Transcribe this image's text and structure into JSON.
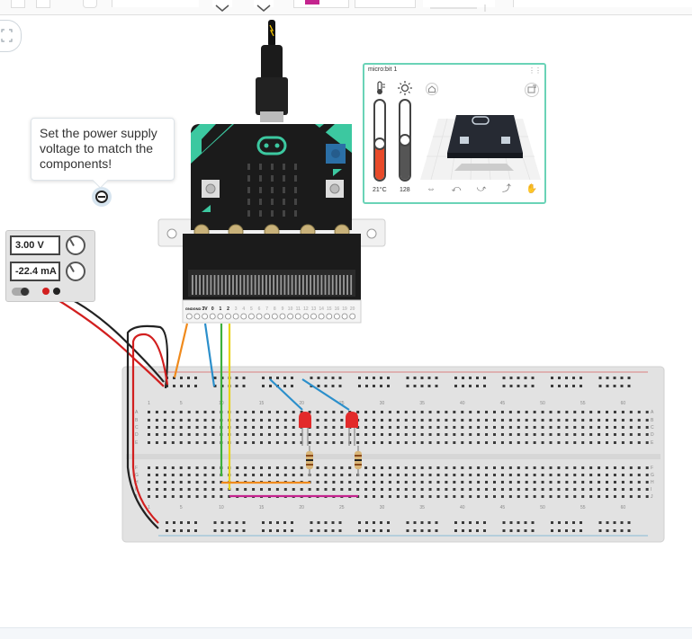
{
  "tooltip": {
    "text": "Set the power supply voltage to match the components!"
  },
  "power_supply": {
    "voltage": "3.00 V",
    "current": "-22.4 mA"
  },
  "microbit_sim": {
    "title": "micro:bit 1",
    "temperature": "21°C",
    "light": "128",
    "temperature_level": 0.45,
    "light_level": 0.5
  },
  "microbit": {
    "pin_labels": [
      "GND",
      "GND",
      "3V",
      "0",
      "1",
      "2",
      "3",
      "4",
      "5",
      "6",
      "7",
      "8",
      "9",
      "10",
      "11",
      "12",
      "13",
      "14",
      "15",
      "16",
      "19",
      "20"
    ]
  },
  "breadboard": {
    "column_numbers": [
      "1",
      "5",
      "10",
      "15",
      "20",
      "25",
      "30",
      "35",
      "40",
      "45",
      "50",
      "55",
      "60"
    ],
    "row_letters_top": [
      "A",
      "B",
      "C",
      "D",
      "E"
    ],
    "row_letters_bottom": [
      "F",
      "G",
      "H",
      "I",
      "J"
    ]
  },
  "colors": {
    "microbit_board": "#1b1b1b",
    "microbit_accent": "#3cc8a0",
    "sim_border": "#6ad3b7",
    "wire_red": "#d21f1f",
    "wire_black": "#222222",
    "wire_orange": "#f08a1c",
    "wire_blue": "#2b8fcb",
    "wire_green": "#3db03d",
    "wire_yellow": "#e8d31a",
    "wire_magenta": "#c4248e",
    "led_red": "#e22a2a",
    "thermometer_fill": "#e84a2a",
    "breadboard": "#e2e2e2"
  }
}
